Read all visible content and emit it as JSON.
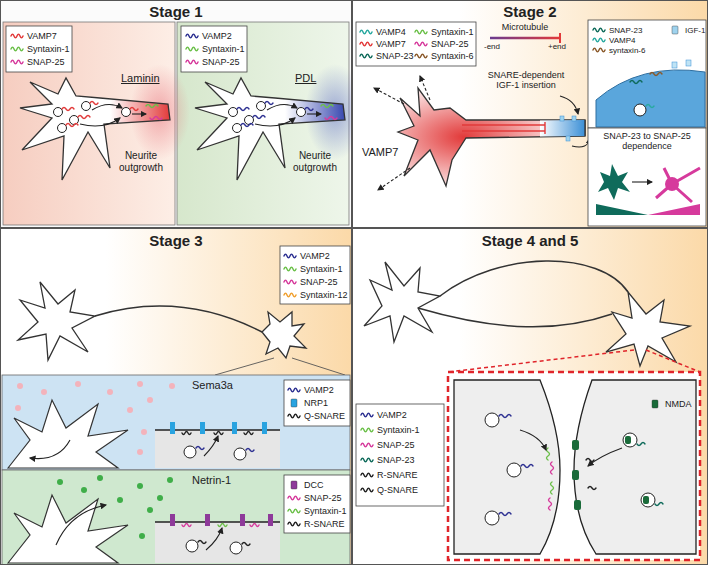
{
  "diagram": {
    "nodes": [
      {
        "text": [
          "Stage 1"
        ]
      },
      {
        "text": [
          "Laminin",
          "Neurite outgrowth"
        ],
        "in": 0
      },
      {
        "text": [
          "PDL",
          "Neurite outgrowth"
        ],
        "in": 0
      },
      {
        "text": [
          "Stage 2"
        ]
      },
      {
        "text": [
          "SNAP-23 to SNAP-25 dependence"
        ],
        "in": 3
      },
      {
        "text": [
          "Stage 3"
        ]
      },
      {
        "text": [
          "Sema3a"
        ],
        "in": 5
      },
      {
        "text": [
          "Netrin-1"
        ],
        "in": 5
      },
      {
        "text": [
          "Stage 4 and 5"
        ]
      }
    ],
    "labels": [
      "Microtubule",
      "-end",
      "+end",
      "SNARE-dependent IGF-1 insertion",
      "VAMP7"
    ],
    "legend": [
      {
        "text": "VAMP7",
        "color": "#e23a3a"
      },
      {
        "text": "Syntaxin-1",
        "color": "#6cc04a"
      },
      {
        "text": "SNAP-25",
        "color": "#d63a9c"
      },
      {
        "text": "VAMP2",
        "color": "#2e3192"
      },
      {
        "text": "Syntaxin-1",
        "color": "#6cc04a"
      },
      {
        "text": "SNAP-25",
        "color": "#d63a9c"
      },
      {
        "text": "VAMP4",
        "color": "#29a9a0"
      },
      {
        "text": "VAMP7",
        "color": "#e23a3a"
      },
      {
        "text": "SNAP-23",
        "color": "#0f6b5b"
      },
      {
        "text": "Syntaxin-1",
        "color": "#6cc04a"
      },
      {
        "text": "SNAP-25",
        "color": "#d63a9c"
      },
      {
        "text": "Syntaxin-6",
        "color": "#8b5a2b"
      },
      {
        "text": "SNAP-23",
        "color": "#0f6b5b"
      },
      {
        "text": "VAMP4",
        "color": "#29a9a0"
      },
      {
        "text": "syntaxin-6",
        "color": "#8b5a2b"
      },
      {
        "text": "IGF-1",
        "color": "#9fd3ee"
      },
      {
        "text": "VAMP2",
        "color": "#2e3192"
      },
      {
        "text": "Syntaxin-1",
        "color": "#6cc04a"
      },
      {
        "text": "SNAP-25",
        "color": "#d63a9c"
      },
      {
        "text": "Syntaxin-12",
        "color": "#f0a030"
      },
      {
        "text": "VAMP2",
        "color": "#2e3192"
      },
      {
        "text": "NRP1",
        "color": "#29a3e0"
      },
      {
        "text": "Q-SNARE",
        "color": "#222222"
      },
      {
        "text": "DCC",
        "color": "#8e3a9a"
      },
      {
        "text": "SNAP-25",
        "color": "#d63a9c"
      },
      {
        "text": "Syntaxin-1",
        "color": "#6cc04a"
      },
      {
        "text": "R-SNARE",
        "color": "#222222"
      },
      {
        "text": "VAMP2",
        "color": "#2e3192"
      },
      {
        "text": "Syntaxin-1",
        "color": "#6cc04a"
      },
      {
        "text": "SNAP-25",
        "color": "#d63a9c"
      },
      {
        "text": "SNAP-23",
        "color": "#0f6b5b"
      },
      {
        "text": "R-SNARE",
        "color": "#222222"
      },
      {
        "text": "Q-SNARE",
        "color": "#222222"
      },
      {
        "text": "NMDA",
        "color": "#1a6b3a"
      }
    ]
  }
}
